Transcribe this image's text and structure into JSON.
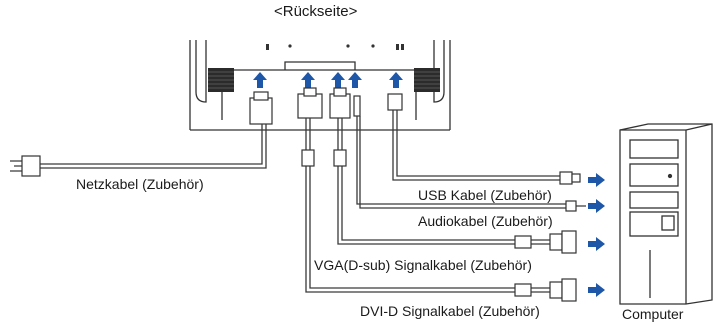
{
  "title": "<Rückseite>",
  "labels": {
    "power_cable": "Netzkabel (Zubehör)",
    "usb_cable": "USB Kabel (Zubehör)",
    "audio_cable": "Audiokabel (Zubehör)",
    "vga_cable": "VGA(D-sub) Signalkabel (Zubehör)",
    "dvi_cable": "DVI-D Signalkabel (Zubehör)",
    "computer": "Computer"
  },
  "colors": {
    "arrow": "#1e56a8",
    "line": "#3a3a3a",
    "monitor_dark": "#2b2b2b"
  }
}
